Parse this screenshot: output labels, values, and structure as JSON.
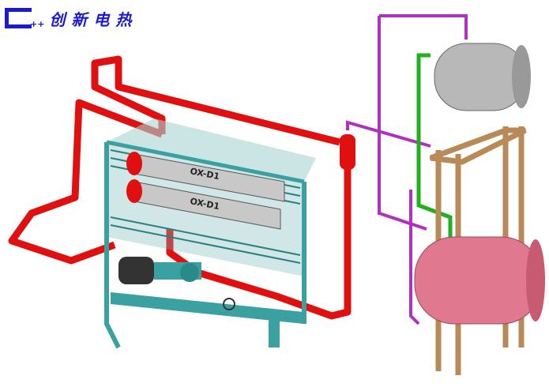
{
  "logo": {
    "mark": "C",
    "dots": "++",
    "text": "创新电热"
  },
  "heater_labels": [
    "OX-D1",
    "OX-D1"
  ],
  "colors": {
    "pipe_hot": "#e01010",
    "frame": "#3aa0a0",
    "pipe_purple": "#b030c0",
    "pipe_green": "#20b020",
    "tank_top": "#b8b8b8",
    "tank_bottom": "#e07890",
    "tower": "#c8a070"
  }
}
